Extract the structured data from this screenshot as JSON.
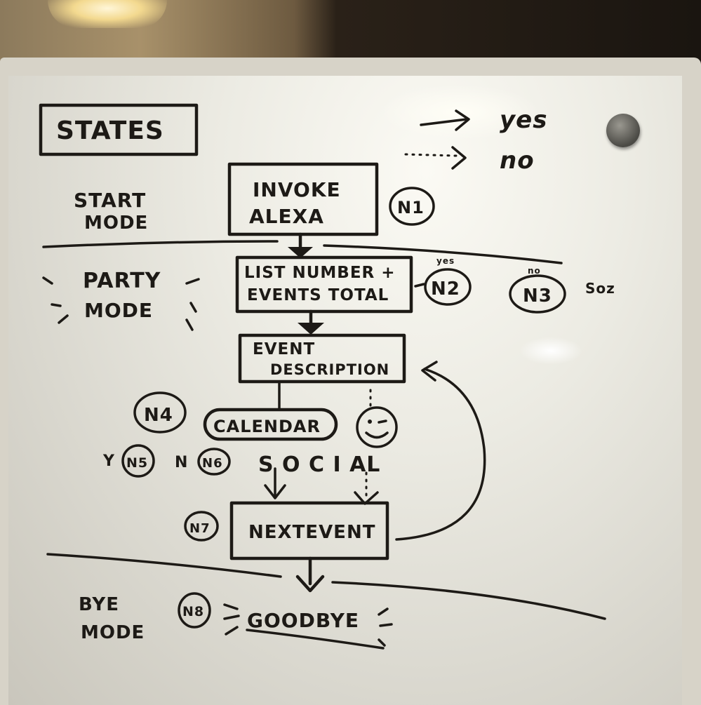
{
  "title": "STATES",
  "legend": {
    "solid_label": "yes",
    "dotted_label": "no"
  },
  "modes": {
    "start": [
      "START",
      "MODE"
    ],
    "party": [
      "PARTY",
      "MODE"
    ],
    "bye": [
      "BYE",
      "MODE"
    ]
  },
  "nodes": {
    "invoke": [
      "INVOKE",
      "ALEXA"
    ],
    "list": [
      "LIST NUMBER +",
      "EVENTS TOTAL"
    ],
    "event": [
      "EVENT",
      "DESCRIPTION"
    ],
    "calendar": "CALENDAR",
    "social": "S O C I AL",
    "next": "NEXTEVENT",
    "goodbye": "GOODBYE"
  },
  "tags": {
    "n1": "N1",
    "n2": "N2",
    "n2_note": "yes",
    "n3": "N3",
    "n3_note": "no",
    "n3_side": "Soz",
    "n4": "N4",
    "n5": "N5",
    "n5_prefix": "Y",
    "n6": "N6",
    "n6_prefix": "N",
    "n7": "N7",
    "n8": "N8"
  },
  "colors": {
    "ink": "#1d1a16",
    "board": "#ecebe3"
  }
}
